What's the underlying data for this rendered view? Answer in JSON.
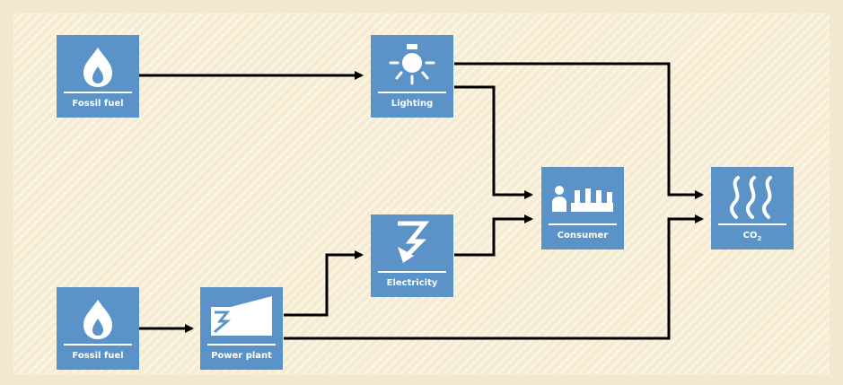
{
  "nodes": {
    "fossil_fuel_top": {
      "label": "Fossil fuel",
      "icon": "flame-icon"
    },
    "lighting": {
      "label": "Lighting",
      "icon": "light-bulb-icon"
    },
    "consumer": {
      "label": "Consumer",
      "icon": "consumer-factory-icon"
    },
    "co2": {
      "label_main": "CO",
      "label_sub": "2",
      "icon": "heat-waves-icon"
    },
    "electricity": {
      "label": "Electricity",
      "icon": "lightning-icon"
    },
    "fossil_fuel_bottom": {
      "label": "Fossil fuel",
      "icon": "flame-icon"
    },
    "power_plant": {
      "label": "Power plant",
      "icon": "power-plant-icon"
    }
  },
  "colors": {
    "box": "#5b93c9",
    "background": "#f1e8cf",
    "arrow": "#000000",
    "icon": "#ffffff"
  },
  "edges": [
    {
      "from": "Fossil fuel",
      "to": "Lighting"
    },
    {
      "from": "Lighting",
      "to": "CO2"
    },
    {
      "from": "Lighting",
      "to": "Consumer"
    },
    {
      "from": "Fossil fuel",
      "to": "Power plant"
    },
    {
      "from": "Power plant",
      "to": "Electricity"
    },
    {
      "from": "Electricity",
      "to": "Consumer"
    },
    {
      "from": "Power plant",
      "to": "CO2"
    }
  ]
}
